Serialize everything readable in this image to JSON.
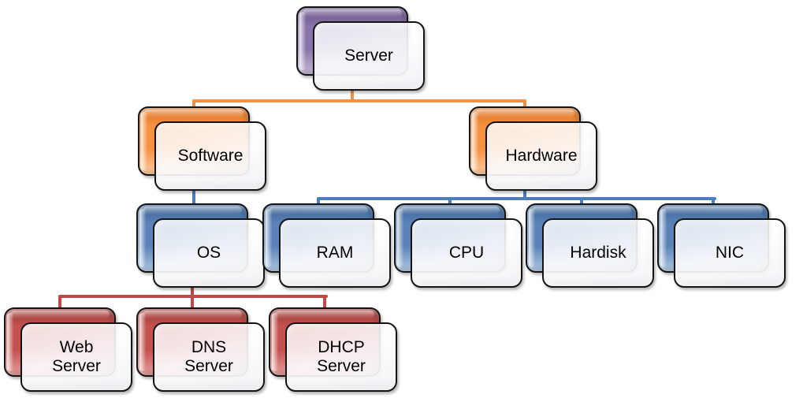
{
  "diagram": {
    "type": "hierarchy",
    "hierarchy": {
      "Server": {
        "Software": {
          "OS": [
            "Web Server",
            "DNS Server",
            "DHCP Server"
          ]
        },
        "Hardware": [
          "RAM",
          "CPU",
          "Hardisk",
          "NIC"
        ]
      }
    }
  },
  "nodes": {
    "server": {
      "label": "Server",
      "theme": "purple"
    },
    "software": {
      "label": "Software",
      "theme": "orange"
    },
    "hardware": {
      "label": "Hardware",
      "theme": "orange"
    },
    "os": {
      "label": "OS",
      "theme": "blue"
    },
    "ram": {
      "label": "RAM",
      "theme": "blue"
    },
    "cpu": {
      "label": "CPU",
      "theme": "blue"
    },
    "hardisk": {
      "label": "Hardisk",
      "theme": "blue"
    },
    "nic": {
      "label": "NIC",
      "theme": "blue"
    },
    "web_server": {
      "label": "Web\nServer",
      "theme": "red"
    },
    "dns_server": {
      "label": "DNS\nServer",
      "theme": "red"
    },
    "dhcp_server": {
      "label": "DHCP\nServer",
      "theme": "red"
    }
  },
  "theme": {
    "purple": "#8974A9",
    "purple_light": "#C6B8D8",
    "purple_dark": "#69538B",
    "orange": "#F5913F",
    "orange_light": "#FCCA9E",
    "orange_dark": "#DE7426",
    "blue": "#5A82B8",
    "blue_light": "#B0C8E3",
    "blue_dark": "#3D6493",
    "red": "#C45350",
    "red_light": "#E49D9B",
    "red_dark": "#9C3D3B",
    "line_orange": "#F29044",
    "line_blue": "#4E7DBA",
    "line_red": "#BE4B48",
    "node_border": "#141414",
    "text": "#000000",
    "background": "#FFFFFF"
  }
}
